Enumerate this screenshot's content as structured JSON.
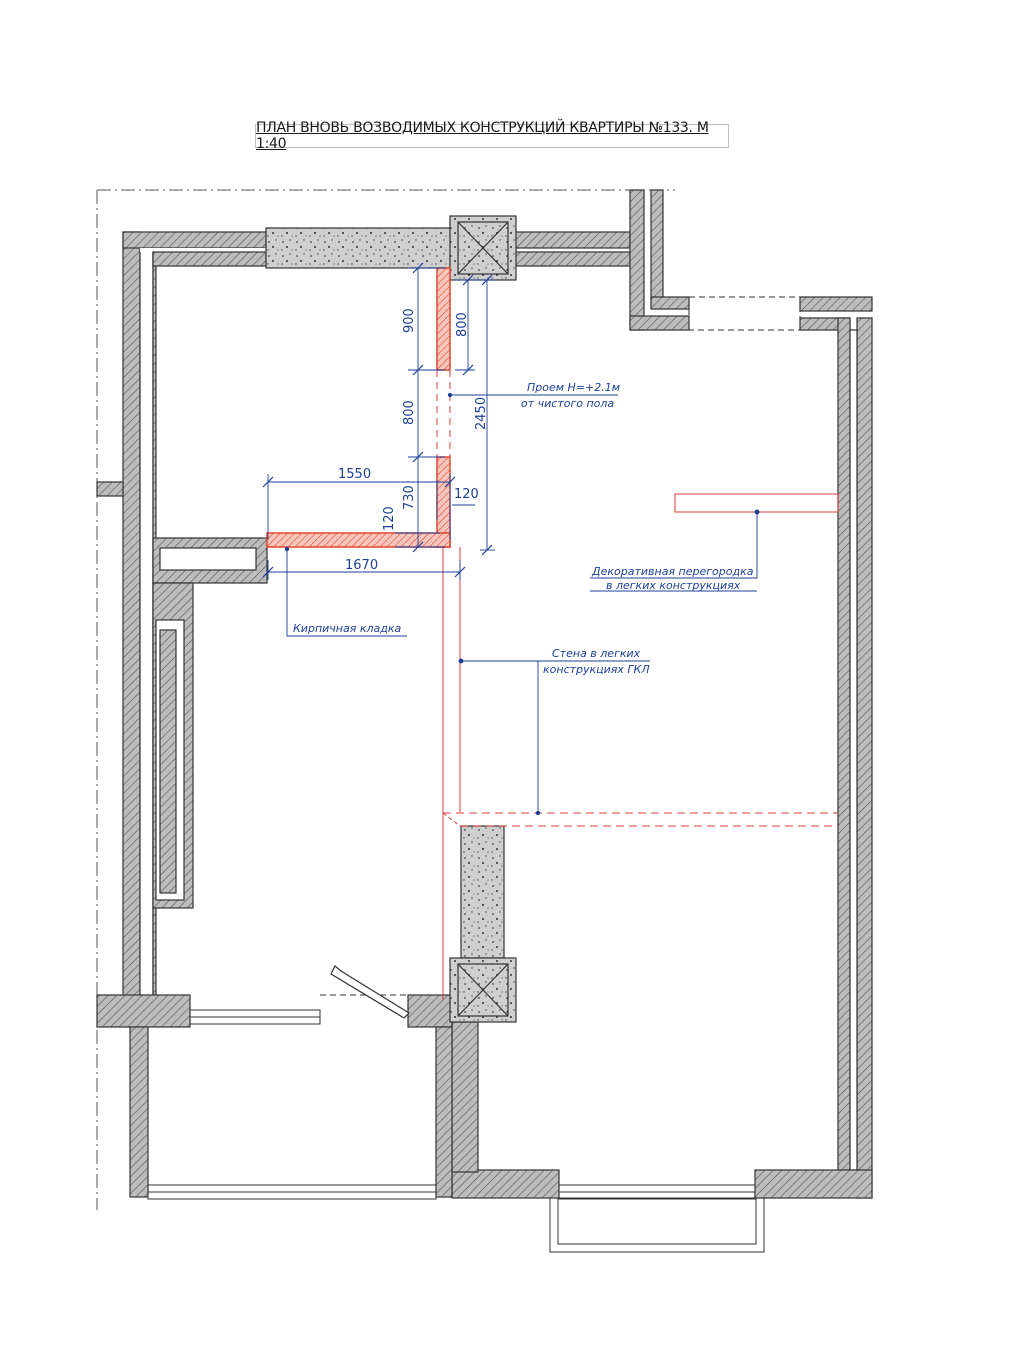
{
  "title": "ПЛАН ВНОВЬ ВОЗВОДИМЫХ КОНСТРУКЦИЙ КВАРТИРЫ №133. М 1:40",
  "dimensions": {
    "d900": "900",
    "d800_upper": "800",
    "d800_lower": "800",
    "d2450": "2450",
    "d1550": "1550",
    "d730": "730",
    "d120_right": "120",
    "d120_left": "120",
    "d1670": "1670"
  },
  "notes": {
    "opening_line1": "Проем Н=+2.1м",
    "opening_line2": "от чистого пола",
    "brick": "Кирпичная кладка",
    "decor_line1": "Декоративная перегородка",
    "decor_line2": "в легких конструкциях",
    "gkl_line1": "Стена в легких",
    "gkl_line2": "конструкциях ГКЛ"
  },
  "colors": {
    "wall": "#a9a9a9",
    "new_brick": "#e6452e",
    "annotation": "#1d3f9a",
    "light_partition": "#e23b3b"
  }
}
